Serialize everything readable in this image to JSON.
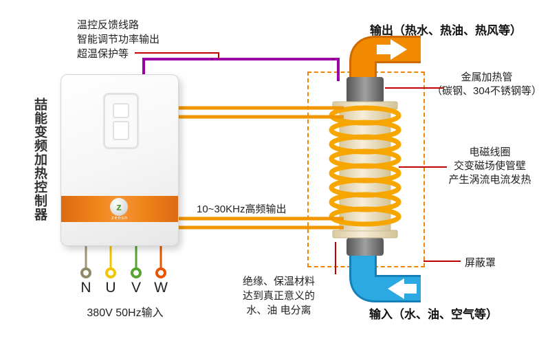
{
  "vertical_title": "喆能变频加热控制器",
  "feedback_annotation": {
    "line1": "温控反馈线路",
    "line2": "智能调节功率输出",
    "line3": "超温保护等"
  },
  "hf_output_label": "10~30KHz高频输出",
  "output_label": "输出（热水、热油、热风等）",
  "metal_pipe_annotation": {
    "line1": "金属加热管",
    "line2": "（碳钢、304不锈钢等）"
  },
  "coil_annotation": {
    "line1": "电磁线圈",
    "line2": "交变磁场使管壁",
    "line3": "产生涡流电流发热"
  },
  "shield_label": "屏蔽罩",
  "insulation_annotation": {
    "line1": "绝缘、保温材料",
    "line2": "达到真正意义的",
    "line3": "水、油 电分离"
  },
  "input_label": "输入（水、油、空气等）",
  "terminals": {
    "labels": [
      "N",
      "U",
      "V",
      "W"
    ],
    "power_label": "380V 50Hz输入"
  },
  "logo_glyph": "z",
  "logo_text": "zensn",
  "icons": {
    "output_arrow": "→",
    "input_arrow": "←"
  },
  "colors": {
    "pipe_orange": "#F28A00",
    "pipe_blue": "#2BA9E0",
    "coil_orange": "#F7A600",
    "feedback_purple": "#9B00A5",
    "annotation_red": "#C00000",
    "hf_line_orange": "#F29600",
    "shield_dash_orange": "#F08300",
    "band_orange": "#E87722"
  }
}
